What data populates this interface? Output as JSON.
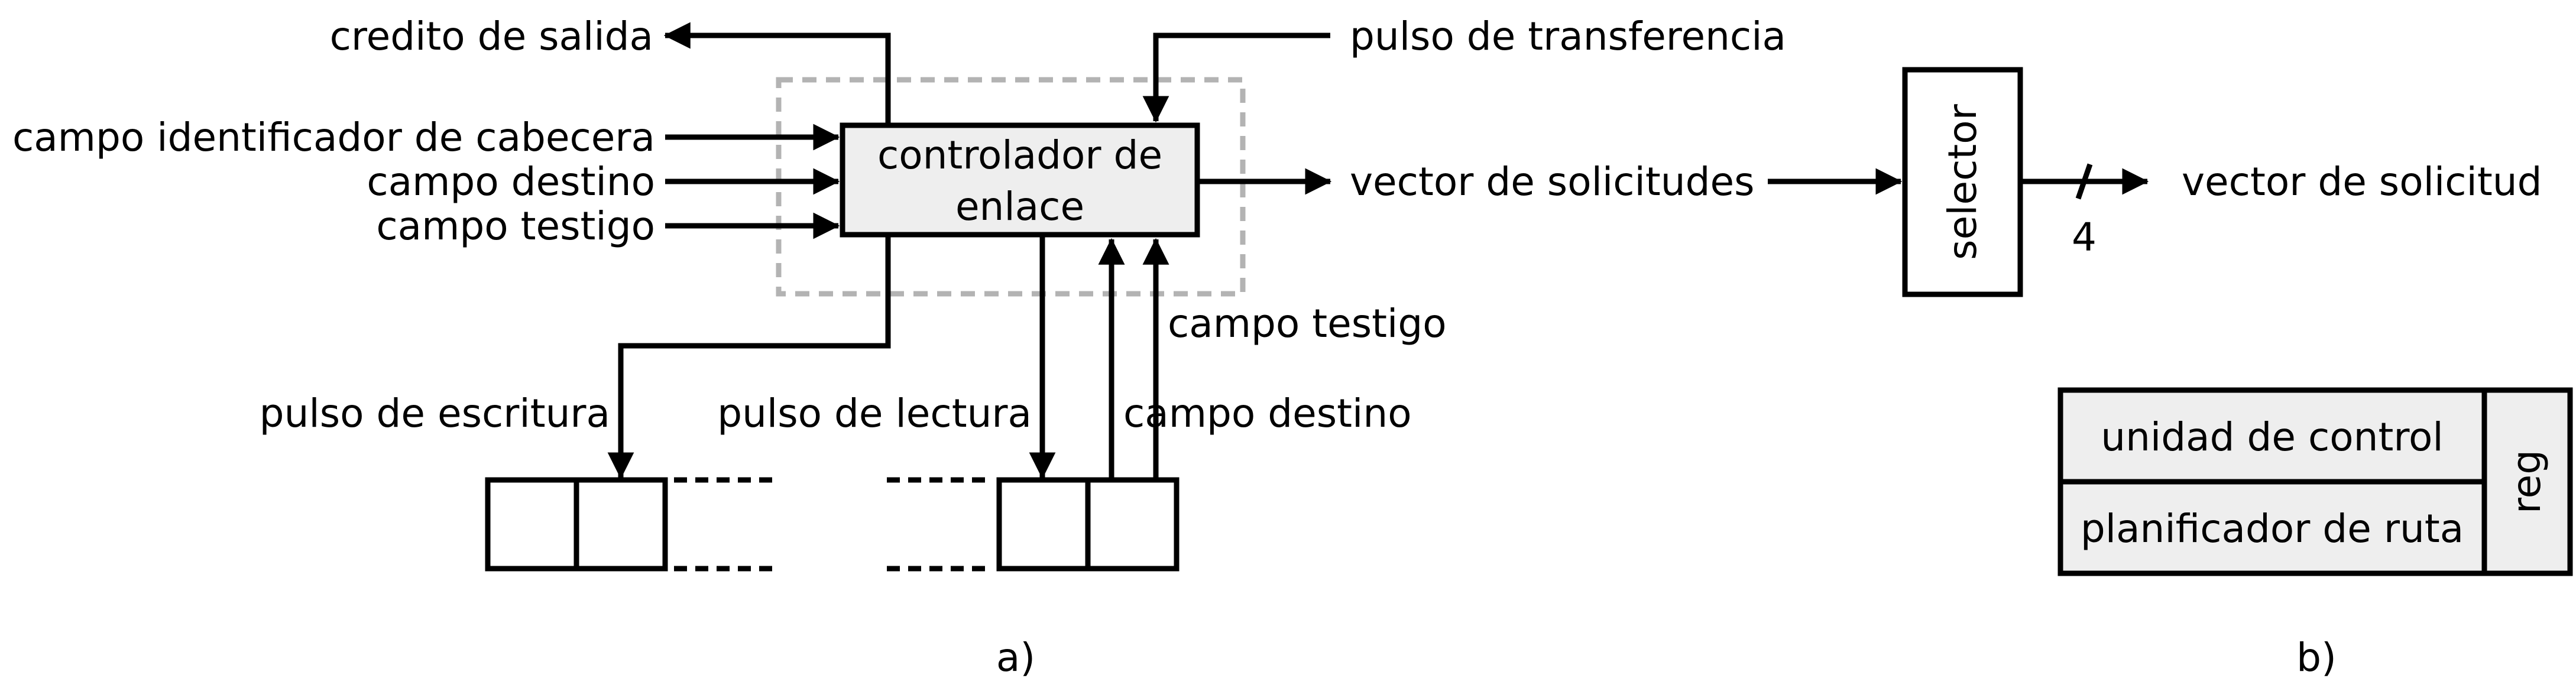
{
  "diagram": {
    "part_a": {
      "caption": "a)",
      "controller": {
        "line1": "controlador de",
        "line2": "enlace"
      },
      "inputs": {
        "header_id_field": "campo identificador de cabecera",
        "destination_field": "campo destino",
        "token_field": "campo testigo"
      },
      "outputs": {
        "credit_out": "credito de salida",
        "request_vector": "vector de solicitudes"
      },
      "transfer_pulse": "pulso de transferencia",
      "write_pulse": "pulso de escritura",
      "read_pulse": "pulso de lectura",
      "token_field_feedback": "campo testigo",
      "destination_field_feedback": "campo destino"
    },
    "part_b": {
      "caption": "b)",
      "selector": "selector",
      "request_vector_out": "vector de solicitud",
      "bus_width": "4",
      "control_unit": "unidad de control",
      "route_scheduler": "planificador de ruta",
      "register": "reg"
    }
  },
  "colors": {
    "stroke": "#000000",
    "box_fill": "#eeeeee",
    "dashed_outline": "#b3b3b3"
  }
}
